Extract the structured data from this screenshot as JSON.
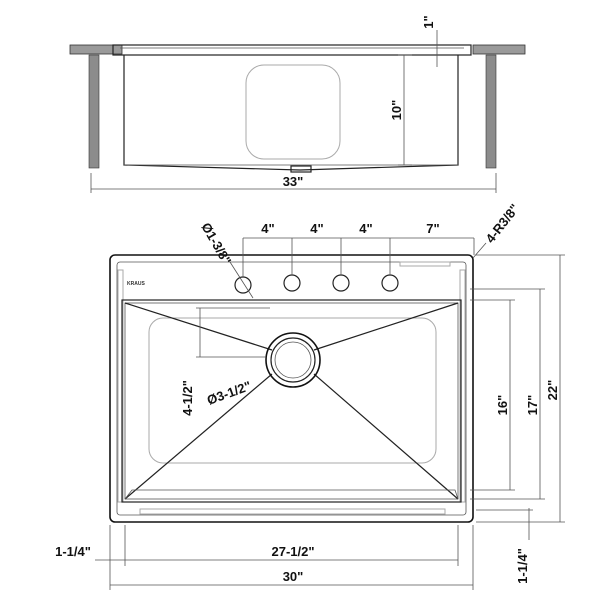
{
  "side_view": {
    "width_33": "33\"",
    "height_10": "10\"",
    "lip_1": "1\""
  },
  "top_view": {
    "brand": "KRAUS",
    "hole_dia": "Ø1-3/8\"",
    "spacing_1": "4\"",
    "spacing_2": "4\"",
    "spacing_3": "4\"",
    "spacing_4": "7\"",
    "corner_radius": "4-R3/8\"",
    "drain_offset": "4-1/2\"",
    "drain_dia": "Ø3-1/2\"",
    "depth_16": "16\"",
    "depth_17": "17\"",
    "depth_22": "22\"",
    "left_margin": "1-1/4\"",
    "bowl_width": "27-1/2\"",
    "overall_width": "30\"",
    "bottom_margin": "1-1/4\""
  },
  "colors": {
    "line": "#222222",
    "wall_fill": "#8c8c8c",
    "counter_fill": "#9a9a9a"
  }
}
